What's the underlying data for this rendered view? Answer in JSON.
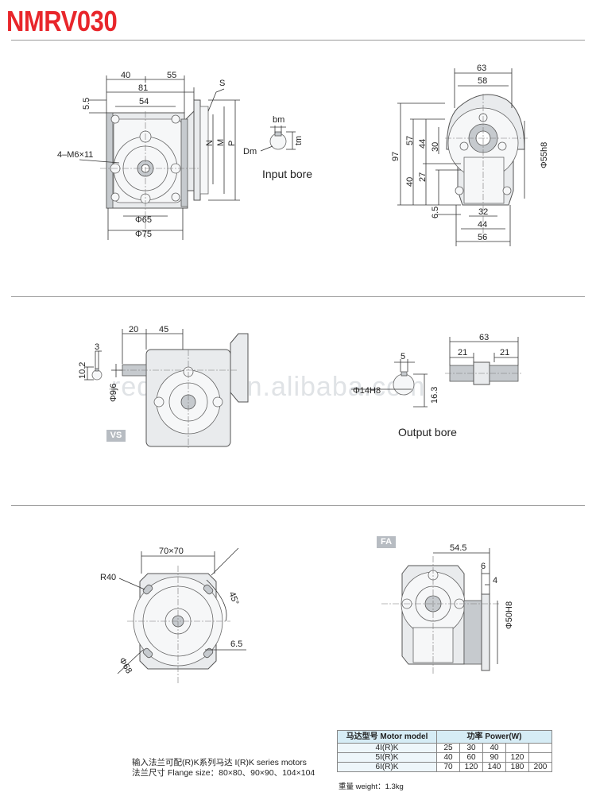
{
  "title": "NMRV030",
  "watermark": "reducers.en.alibaba.com",
  "section1": {
    "front_dims": [
      "40",
      "55",
      "81",
      "54",
      "5.5",
      "S",
      "4–M6×11",
      "N",
      "M",
      "P",
      "Φ65",
      "Φ75"
    ],
    "input_bore": {
      "label": "Input bore",
      "dims": [
        "bm",
        "Dm",
        "tm"
      ]
    },
    "side_dims": [
      "63",
      "58",
      "97",
      "57",
      "44",
      "30",
      "40",
      "27",
      "6.5",
      "32",
      "44",
      "56",
      "Φ55h8"
    ]
  },
  "section2": {
    "badge": "VS",
    "vs_dims": [
      "20",
      "45",
      "3",
      "10.2",
      "Φ9j6"
    ],
    "output_bore": {
      "label": "Output bore",
      "dims": [
        "5",
        "Φ14H8",
        "16.3"
      ]
    },
    "shaft_dims": [
      "63",
      "21",
      "21"
    ]
  },
  "section3": {
    "flange_dims": [
      "70×70",
      "R40",
      "45°",
      "6.5",
      "Φ68"
    ],
    "badge": "FA",
    "fa_dims": [
      "54.5",
      "6",
      "4",
      "Φ50H8"
    ]
  },
  "footer": {
    "line1": "输入法兰可配(R)K系列马达  I(R)K series motors",
    "line2": "法兰尺寸 Flange size：80×80、90×90、104×104",
    "weight": "重量 weight：1.3kg"
  },
  "motor_table": {
    "header_model": "马达型号 Motor model",
    "header_power": "功率 Power(W)",
    "rows": [
      {
        "model": "4I(R)K",
        "values": [
          "25",
          "30",
          "40",
          "",
          ""
        ]
      },
      {
        "model": "5I(R)K",
        "values": [
          "40",
          "60",
          "90",
          "120",
          ""
        ]
      },
      {
        "model": "6I(R)K",
        "values": [
          "70",
          "120",
          "140",
          "180",
          "200"
        ]
      }
    ]
  }
}
